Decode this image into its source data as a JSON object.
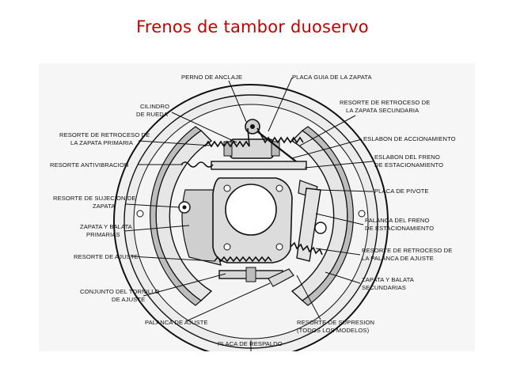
{
  "title": "Frenos de tambor duoservo",
  "labels": {
    "perno_anclaje": "PERNO DE ANCLAJE",
    "placa_guia": "PLACA GUIA DE LA ZAPATA",
    "cilindro_1": "CILINDRO",
    "cilindro_2": "DE RUEDA",
    "ret_sec_1": "RESORTE DE RETROCESO DE",
    "ret_sec_2": "LA ZAPATA SECUNDARIA",
    "ret_prim_1": "RESORTE DE RETROCESO DE",
    "ret_prim_2": "LA ZAPATA PRIMARIA",
    "eslabon_acc": "ESLABON DE ACCIONAMIENTO",
    "antivibracion": "RESORTE ANTIVIBRACION",
    "eslabon_freno_1": "ESLABON DEL FRENO",
    "eslabon_freno_2": "DE ESTACIONAMIENTO",
    "placa_pivote": "PLACA DE PIVOTE",
    "sujecion_1": "RESORTE DE SUJECION DE",
    "sujecion_2": "ZAPATA",
    "palanca_freno_1": "PALANCA DEL FRENO",
    "palanca_freno_2": "DE ESTACIONAMIENTO",
    "zapata_prim_1": "ZAPATA Y BALATA",
    "zapata_prim_2": "PRIMARIAS",
    "ret_palanca_1": "RESORTE DE RETROCESO DE",
    "ret_palanca_2": "LA PALANCA DE AJUSTE",
    "resorte_ajuste": "RESORTE DE AJUSTE",
    "zapata_sec_1": "ZAPATA Y BALATA",
    "zapata_sec_2": "SECUNDARIAS",
    "tornillo_1": "CONJUNTO DEL TORNILLO",
    "tornillo_2": "DE AJUSTE",
    "palanca_ajuste": "PALANCA DE AJUSTE",
    "supresion_1": "RESORTE DE SUPRESION",
    "supresion_2": "(TODOS LOS MODELOS)",
    "placa_respaldo": "PLACA DE RESPALDO"
  }
}
